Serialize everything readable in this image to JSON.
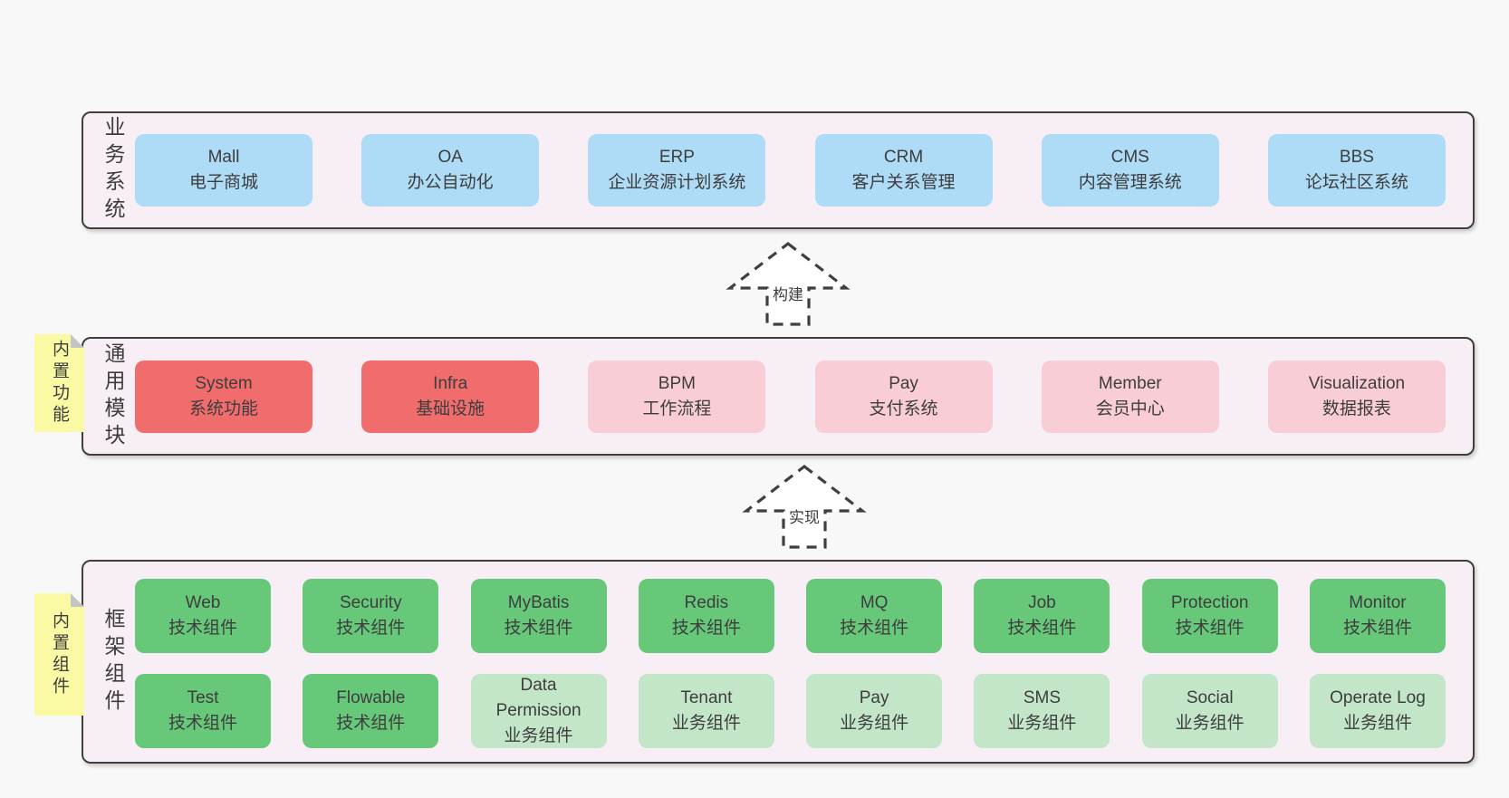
{
  "colors": {
    "page_bg": "#f8f8f8",
    "band_bg": "#f8eef6",
    "border": "#3f3f3f",
    "text": "#3d3d3d",
    "blue": "#aedcf7",
    "red": "#f16c6c",
    "pink": "#f9cdd6",
    "green": "#67c87a",
    "light_green": "#c3e6c9",
    "sticky_yellow": "#fafaa5",
    "fold_gray": "#c4c4c4"
  },
  "bands": [
    {
      "id": "business-systems",
      "label": "业务系统",
      "sticky": null,
      "rows": [
        [
          {
            "en": "Mall",
            "zh": "电子商城",
            "type": "blue"
          },
          {
            "en": "OA",
            "zh": "办公自动化",
            "type": "blue"
          },
          {
            "en": "ERP",
            "zh": "企业资源计划系统",
            "type": "blue"
          },
          {
            "en": "CRM",
            "zh": "客户关系管理",
            "type": "blue"
          },
          {
            "en": "CMS",
            "zh": "内容管理系统",
            "type": "blue"
          },
          {
            "en": "BBS",
            "zh": "论坛社区系统",
            "type": "blue"
          }
        ]
      ]
    },
    {
      "id": "common-modules",
      "label": "通用模块",
      "sticky": "内置功能",
      "rows": [
        [
          {
            "en": "System",
            "zh": "系统功能",
            "type": "red"
          },
          {
            "en": "Infra",
            "zh": "基础设施",
            "type": "red"
          },
          {
            "en": "BPM",
            "zh": "工作流程",
            "type": "pink"
          },
          {
            "en": "Pay",
            "zh": "支付系统",
            "type": "pink"
          },
          {
            "en": "Member",
            "zh": "会员中心",
            "type": "pink"
          },
          {
            "en": "Visualization",
            "zh": "数据报表",
            "type": "pink"
          }
        ]
      ]
    },
    {
      "id": "framework-components",
      "label": "框架组件",
      "sticky": "内置组件",
      "rows": [
        [
          {
            "en": "Web",
            "zh": "技术组件",
            "type": "green"
          },
          {
            "en": "Security",
            "zh": "技术组件",
            "type": "green"
          },
          {
            "en": "MyBatis",
            "zh": "技术组件",
            "type": "green"
          },
          {
            "en": "Redis",
            "zh": "技术组件",
            "type": "green"
          },
          {
            "en": "MQ",
            "zh": "技术组件",
            "type": "green"
          },
          {
            "en": "Job",
            "zh": "技术组件",
            "type": "green"
          },
          {
            "en": "Protection",
            "zh": "技术组件",
            "type": "green"
          },
          {
            "en": "Monitor",
            "zh": "技术组件",
            "type": "green"
          }
        ],
        [
          {
            "en": "Test",
            "zh": "技术组件",
            "type": "green"
          },
          {
            "en": "Flowable",
            "zh": "技术组件",
            "type": "green"
          },
          {
            "en": "Data Permission",
            "zh": "业务组件",
            "type": "light_green"
          },
          {
            "en": "Tenant",
            "zh": "业务组件",
            "type": "light_green"
          },
          {
            "en": "Pay",
            "zh": "业务组件",
            "type": "light_green"
          },
          {
            "en": "SMS",
            "zh": "业务组件",
            "type": "light_green"
          },
          {
            "en": "Social",
            "zh": "业务组件",
            "type": "light_green"
          },
          {
            "en": "Operate Log",
            "zh": "业务组件",
            "type": "light_green"
          }
        ]
      ]
    }
  ],
  "arrows": [
    {
      "label": "构建"
    },
    {
      "label": "实现"
    }
  ]
}
